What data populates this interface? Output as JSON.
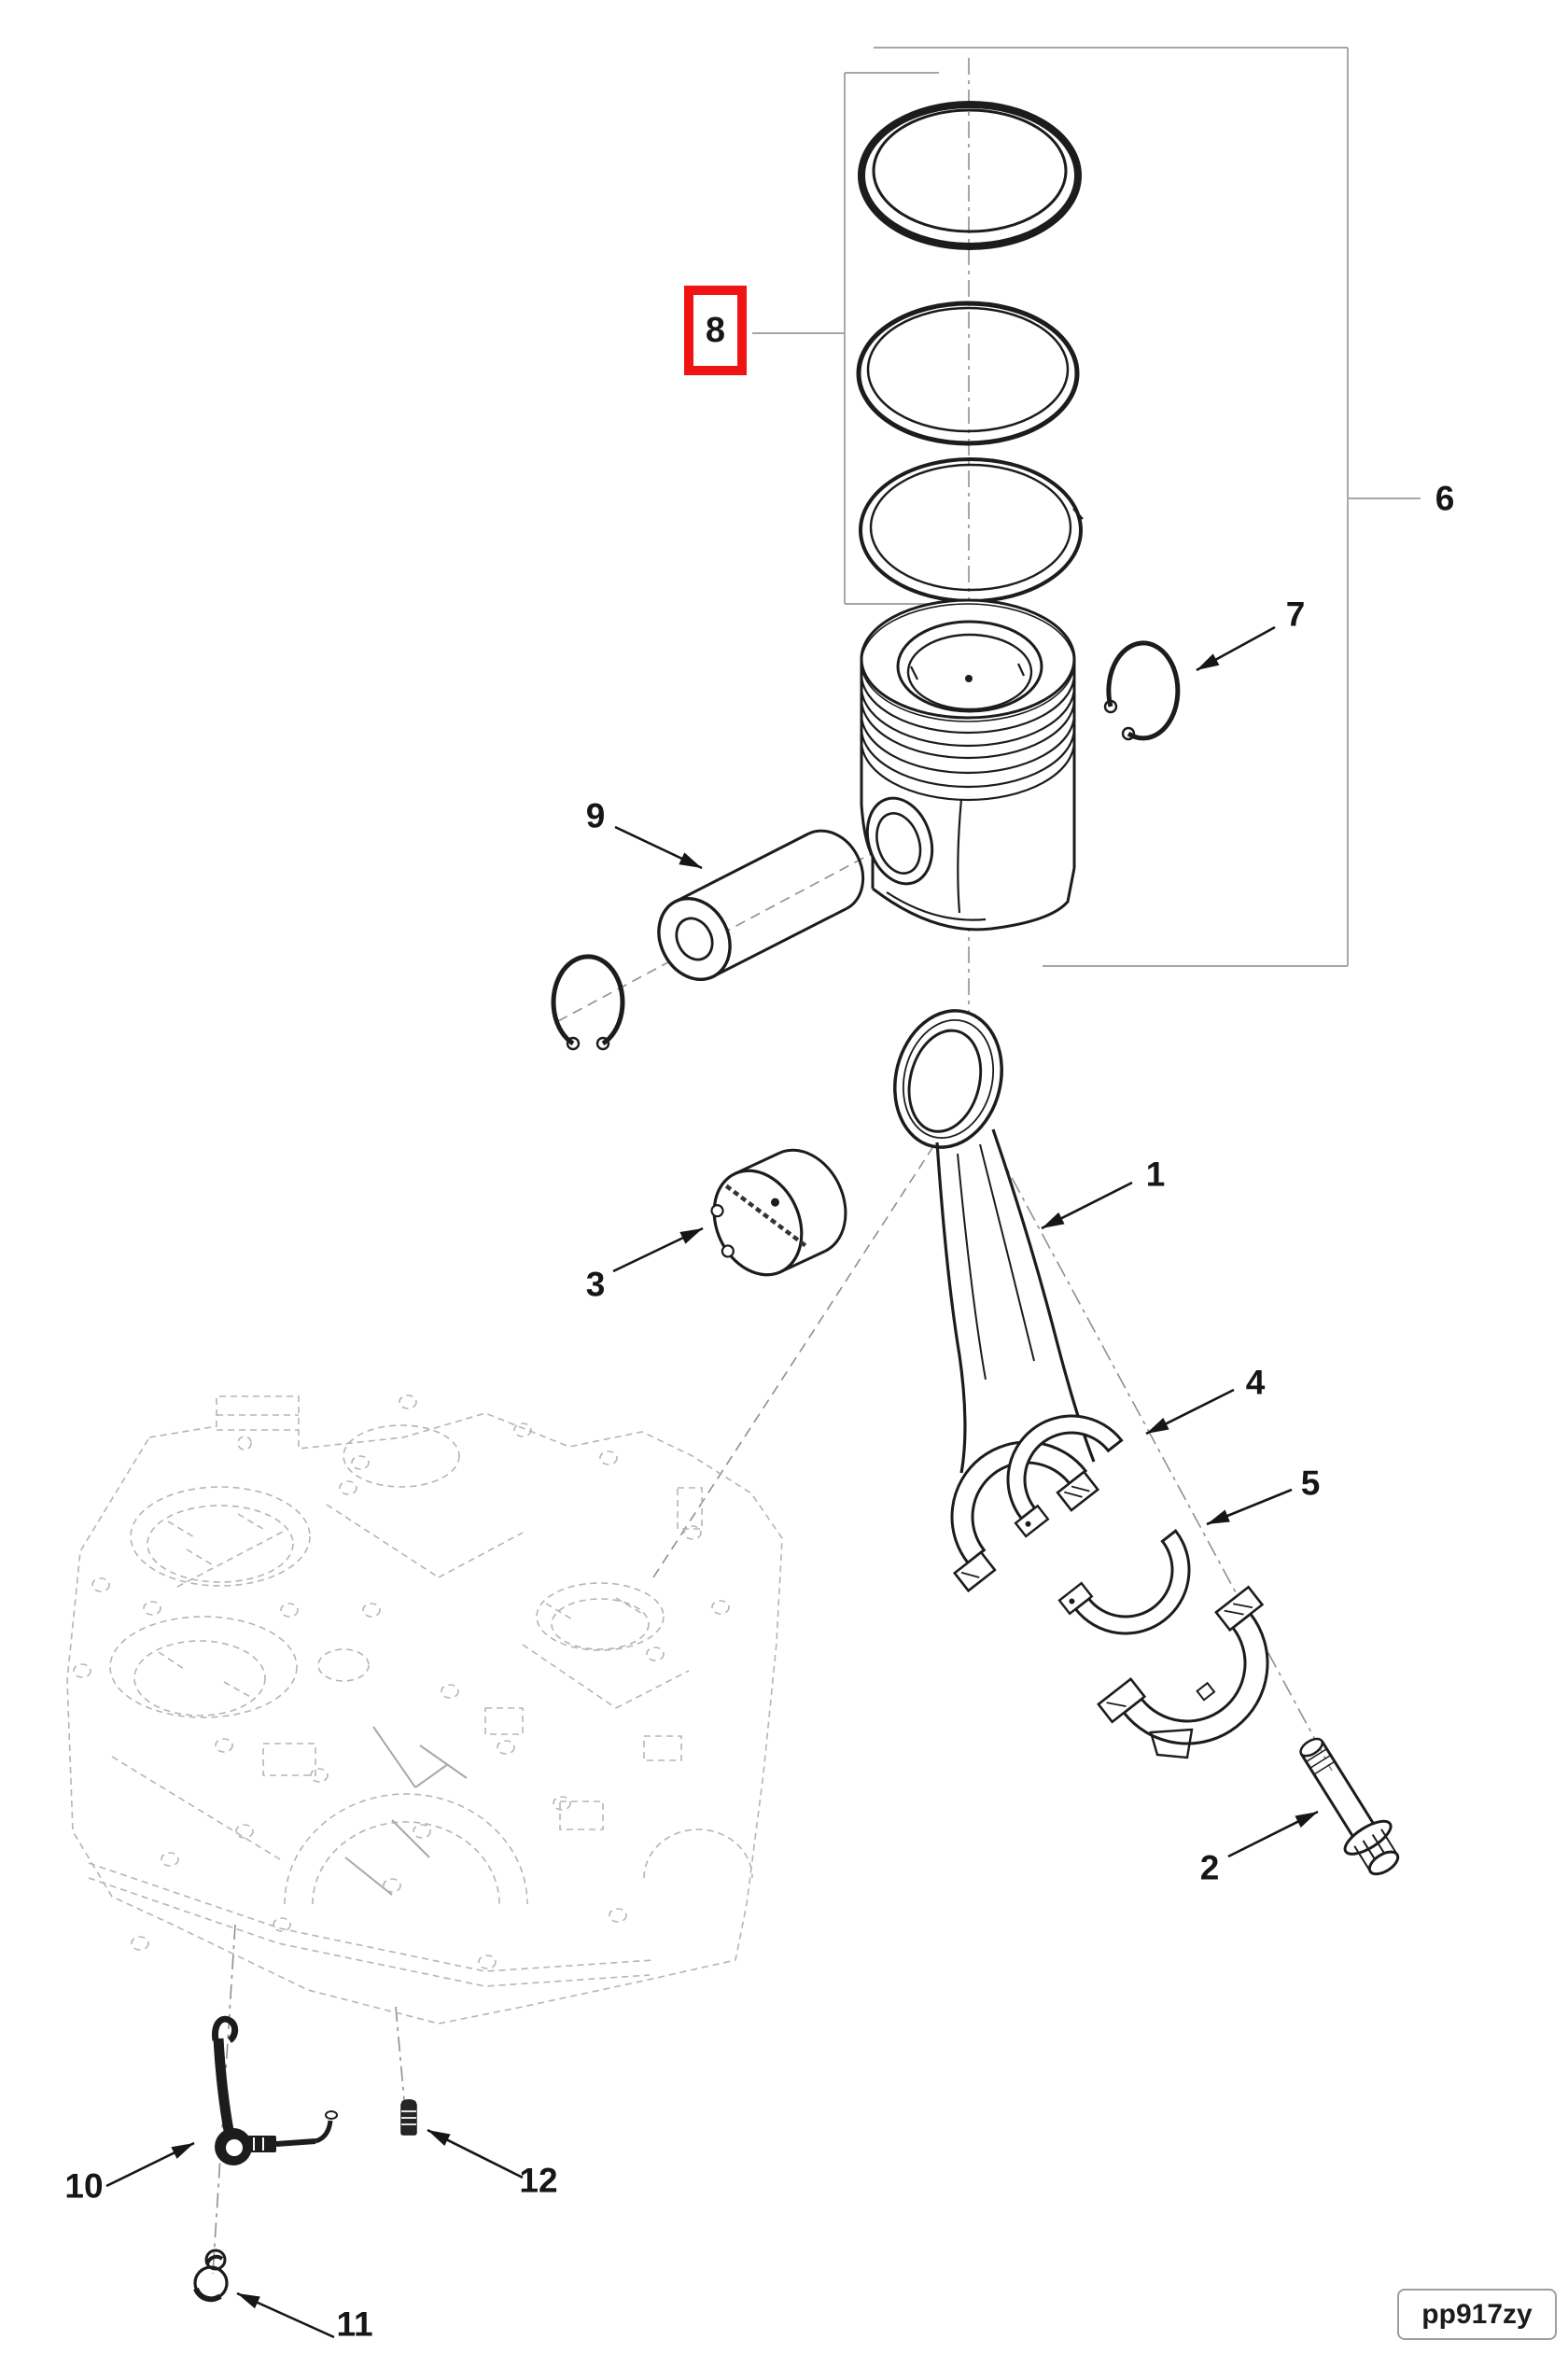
{
  "figure": {
    "type": "exploded-parts-diagram",
    "subject": "piston-connecting-rod-assembly",
    "drawing_code": "pp917zy",
    "highlight_color": "#ef1313",
    "highlighted_callout": "8",
    "callouts": [
      {
        "label": "1"
      },
      {
        "label": "2"
      },
      {
        "label": "3"
      },
      {
        "label": "4"
      },
      {
        "label": "5"
      },
      {
        "label": "6"
      },
      {
        "label": "7"
      },
      {
        "label": "8"
      },
      {
        "label": "9"
      },
      {
        "label": "10"
      },
      {
        "label": "11"
      },
      {
        "label": "12"
      }
    ]
  }
}
